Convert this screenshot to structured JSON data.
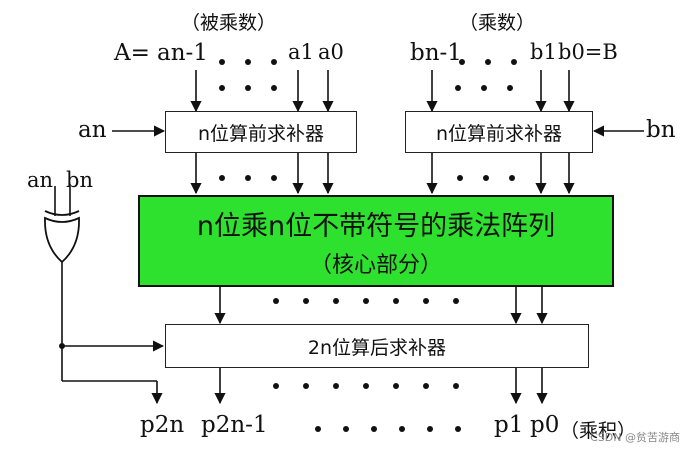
{
  "labels": {
    "multiplicand_caption": "（被乘数）",
    "multiplier_caption": "（乘数）",
    "a_equals": "A=",
    "a_high": "an-1",
    "a_one": "a1",
    "a_zero": "a0",
    "b_high": "bn-1",
    "b_one": "b1",
    "b_zero_eq": "b0=B",
    "an_sign": "an",
    "bn_sign": "bn",
    "xor_in_a": "an",
    "xor_in_b": "bn",
    "p_2n": "p2n",
    "p_2n_minus_1": "p2n-1",
    "p_one": "p1",
    "p_zero": "p0",
    "product_caption": "（乘积）",
    "watermark": "CSDN @贫苦游商"
  },
  "blocks": {
    "pre_complement_a": "n位算前求补器",
    "pre_complement_b": "n位算前求补器",
    "array_title": "n位乘n位不带符号的乘法阵列",
    "array_subtitle": "（核心部分）",
    "post_complement": "2n位算后求补器"
  },
  "colors": {
    "array_fill": "#2fe12f",
    "line": "#111111"
  }
}
